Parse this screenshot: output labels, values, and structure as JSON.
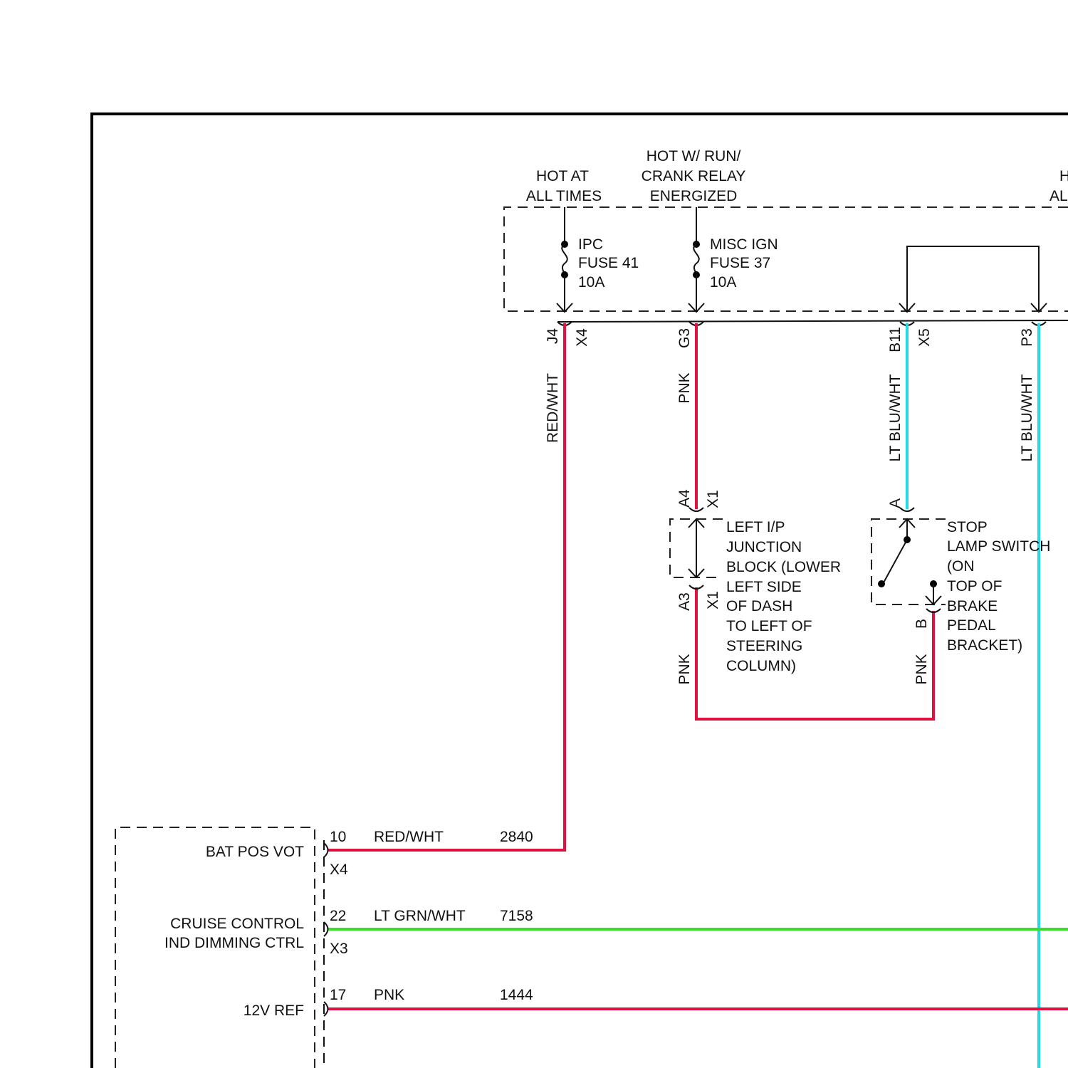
{
  "colors": {
    "red": "#e0123f",
    "pink": "#e0123f",
    "lt_blu": "#26d9e6",
    "lt_grn": "#3cdc2c",
    "black": "#000000"
  },
  "top": {
    "hot_at_all_times": [
      "HOT AT",
      "ALL TIMES"
    ],
    "hot_w_run": [
      "HOT W/ RUN/",
      "CRANK RELAY",
      "ENERGIZED"
    ],
    "right_cut": [
      "H",
      "AL"
    ]
  },
  "fuses": {
    "ipc": [
      "IPC",
      "FUSE 41",
      "10A"
    ],
    "misc_ign": [
      "MISC IGN",
      "FUSE 37",
      "10A"
    ]
  },
  "connectors": {
    "j4": "J4",
    "x4_top": "X4",
    "g3": "G3",
    "b11": "B11",
    "x5": "X5",
    "p3": "P3",
    "a4": "A4",
    "x1_upper": "X1",
    "a3": "A3",
    "x1_lower": "X1",
    "switch_a": "A",
    "switch_b": "B"
  },
  "wire_colors": {
    "red_wht_vertical": "RED/WHT",
    "pnk_g3": "PNK",
    "lt_blu_b11": "LT BLU/WHT",
    "lt_blu_p3": "LT BLU/WHT",
    "pnk_a3": "PNK",
    "pnk_b": "PNK"
  },
  "junction_block": [
    "LEFT I/P",
    "JUNCTION",
    "BLOCK (LOWER",
    "LEFT SIDE",
    "OF DASH",
    "TO LEFT OF",
    "STEERING",
    "COLUMN)"
  ],
  "stop_lamp_switch": [
    "STOP",
    "LAMP SWITCH",
    "(ON",
    "TOP OF",
    "BRAKE",
    "PEDAL",
    "BRACKET)"
  ],
  "module": {
    "rows": [
      {
        "label": [
          "BAT POS VOT"
        ],
        "pin": "10",
        "connector": "X4",
        "wire_color": "RED/WHT",
        "circuit": "2840"
      },
      {
        "label": [
          "CRUISE CONTROL",
          "IND DIMMING CTRL"
        ],
        "pin": "22",
        "connector": "X3",
        "wire_color": "LT GRN/WHT",
        "circuit": "7158"
      },
      {
        "label": [
          "12V REF"
        ],
        "pin": "17",
        "connector": "",
        "wire_color": "PNK",
        "circuit": "1444"
      }
    ]
  }
}
